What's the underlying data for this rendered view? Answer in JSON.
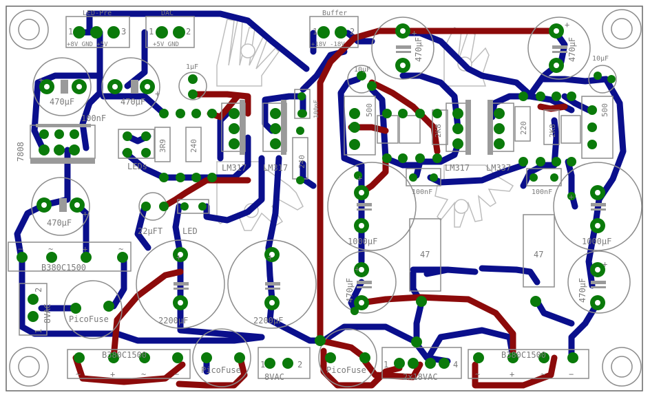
{
  "colors": {
    "bottom_trace": "#0a0f8c",
    "top_trace": "#8c0a0a",
    "pad": "#0a7a0a",
    "outline": "#8c8c8c",
    "text": "#7a7a7a",
    "heatsink": "#bdbdbd"
  },
  "labels": {
    "hdr_led_pre": "LED-Pre",
    "hdr_led_pre_pins": "+8V  GND  +5V",
    "hdr_dac": "DAC",
    "hdr_dac_pins": "+5V GND",
    "hdr_buffer": "Buffer",
    "hdr_buffer_pins": "+18V  -18V",
    "cap_470uf": "470µF",
    "cap_1uf": "1µF",
    "cap_100nf": "100nF",
    "cap_10uf": "10µF",
    "cap_22uft": "22µFT",
    "cap_1000uf": "1000µF",
    "cap_2200uf": "2200µF",
    "reg_7808": "7808",
    "reg_lm317": "LM317",
    "reg_lm337": "LM337",
    "res_3r9": "3R9",
    "res_240": "240",
    "res_2k8": "2K8",
    "res_220": "220",
    "res_47": "47",
    "pot_500": "500",
    "leds": "LEDs",
    "led": "LED",
    "bridge": "B380C1500",
    "picofuse": "PicoFuse",
    "trafo_8vac": "8VAC",
    "trafo_2x18vac": "2x18VAC",
    "pin_1": "1",
    "pin_2": "2",
    "pin_3": "3",
    "pin_4": "4",
    "plus": "+",
    "minus": "−",
    "ac": "~"
  }
}
